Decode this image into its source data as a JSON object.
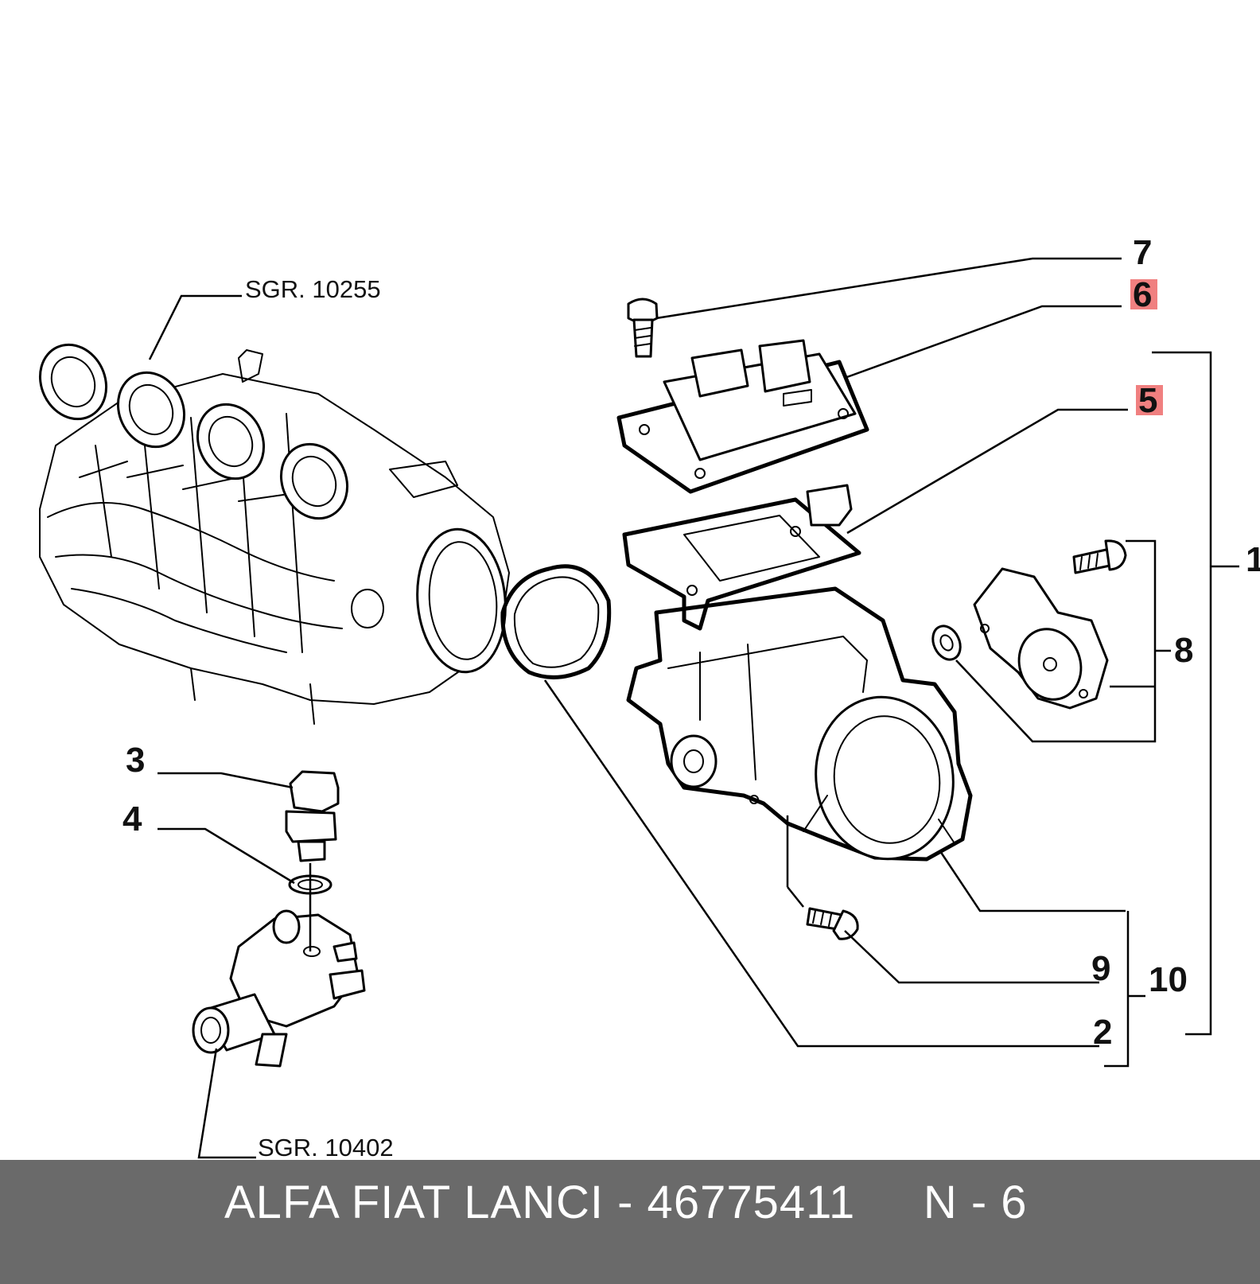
{
  "references": {
    "upper": "SGR. 10255",
    "lower": "SGR. 10402"
  },
  "callouts": [
    {
      "id": "7",
      "label": "7",
      "highlight": false
    },
    {
      "id": "6",
      "label": "6",
      "highlight": true
    },
    {
      "id": "5",
      "label": "5",
      "highlight": true
    },
    {
      "id": "1",
      "label": "1",
      "highlight": false
    },
    {
      "id": "8",
      "label": "8",
      "highlight": false
    },
    {
      "id": "3",
      "label": "3",
      "highlight": false
    },
    {
      "id": "4",
      "label": "4",
      "highlight": false
    },
    {
      "id": "9",
      "label": "9",
      "highlight": false
    },
    {
      "id": "10",
      "label": "10",
      "highlight": false
    },
    {
      "id": "2",
      "label": "2",
      "highlight": false
    }
  ],
  "footer": {
    "text": "ALFA FIAT LANCI - 46775411     N - 6",
    "background": "#6a6a6a"
  },
  "colors": {
    "highlight": "#f08080",
    "line": "#000000"
  }
}
